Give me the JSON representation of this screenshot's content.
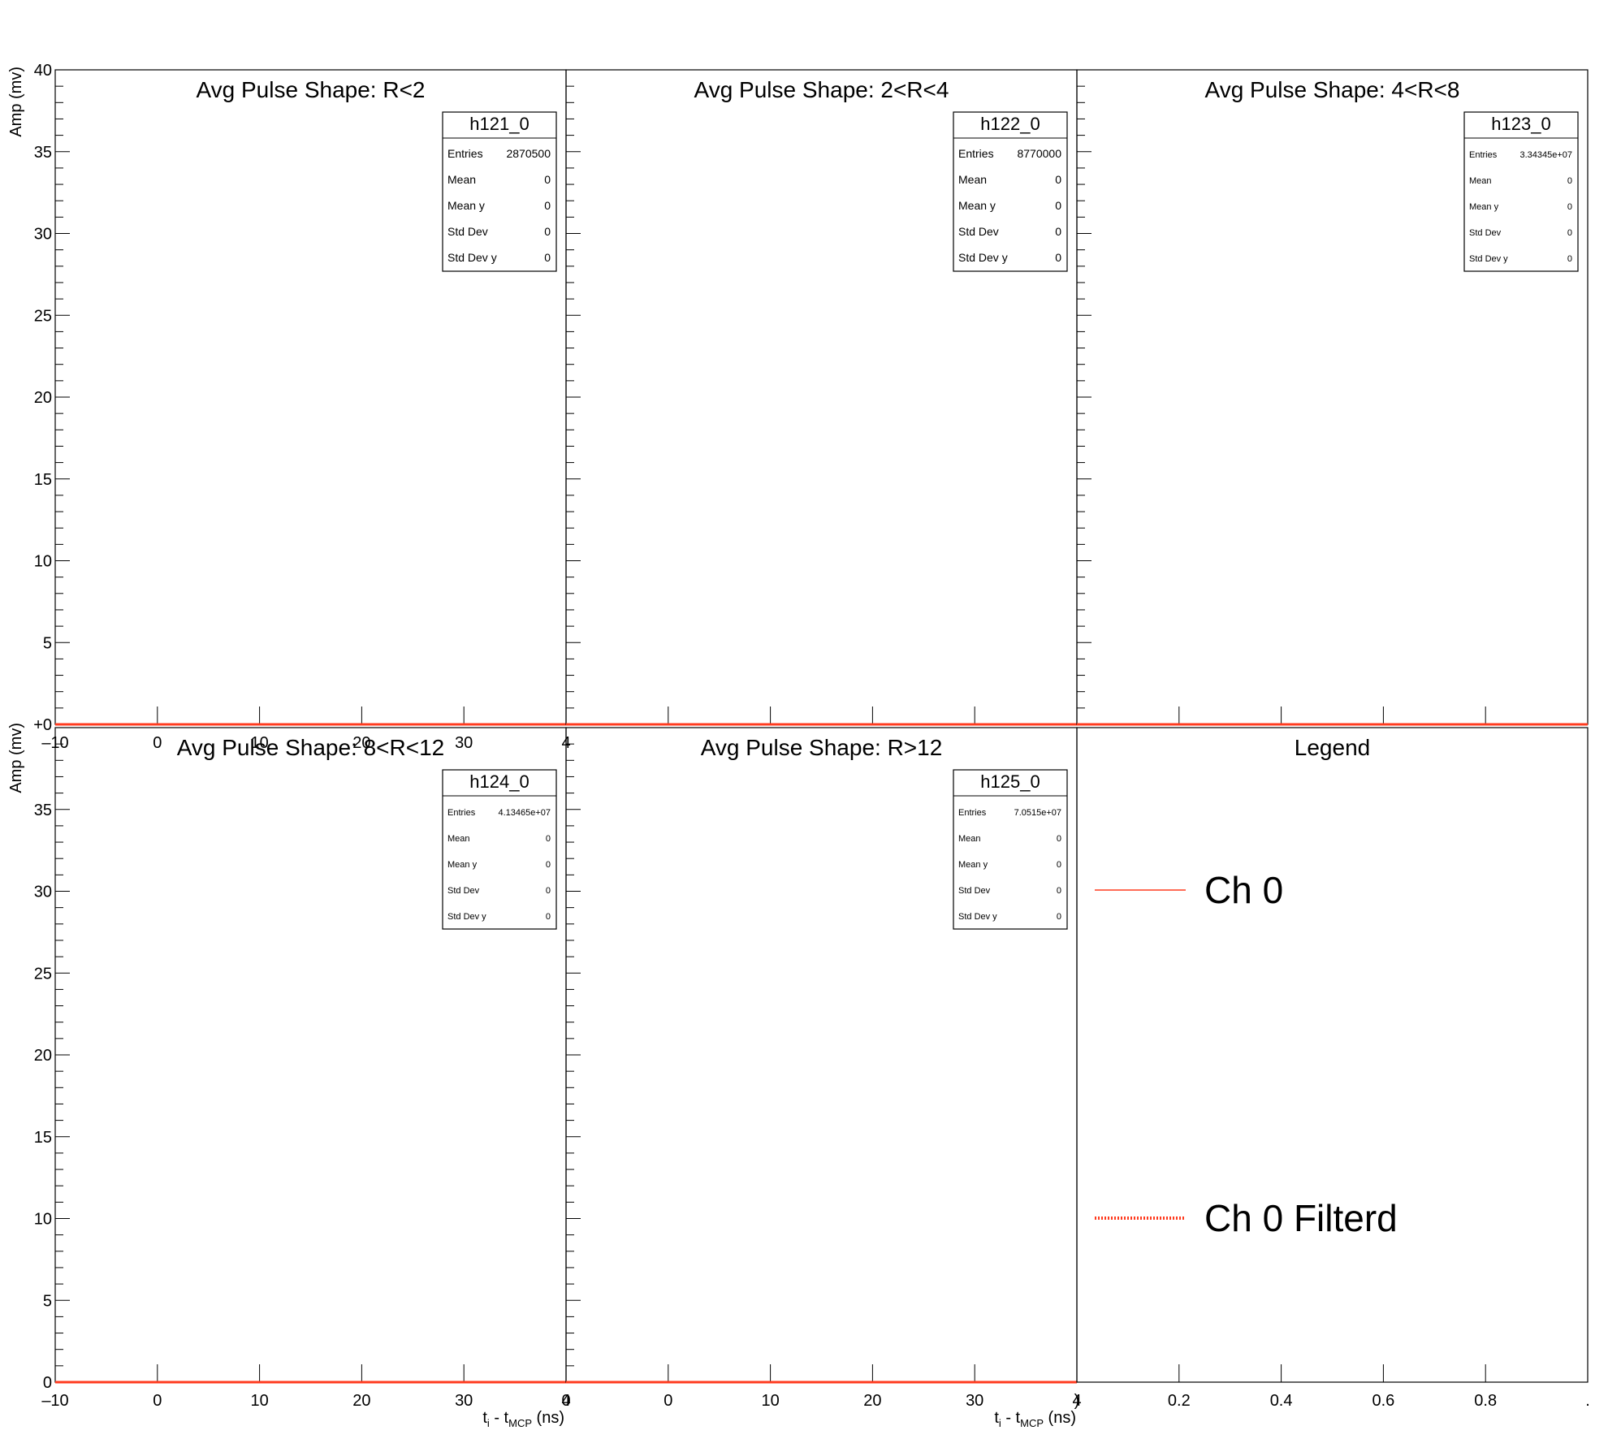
{
  "colors": {
    "series": "#ff3b1f",
    "axis": "#000000",
    "background": "#ffffff"
  },
  "axes": {
    "ylabel": "Amp (mv)",
    "xlabel_main": "t",
    "xlabel_sub1": "i",
    "xlabel_mid": " - t",
    "xlabel_sub2": "MCP",
    "xlabel_unit": " (ns)"
  },
  "chart_data": [
    {
      "type": "line",
      "title": "Avg Pulse Shape: R<2",
      "xlim": [
        -10,
        40
      ],
      "ylim": [
        0,
        40
      ],
      "xticks": [
        -10,
        0,
        10,
        20,
        30,
        40
      ],
      "xtick_labels": [
        "–10",
        "0",
        "10",
        "20",
        "30",
        "4"
      ],
      "yticks": [
        0,
        5,
        10,
        15,
        20,
        25,
        30,
        35,
        40
      ],
      "ytick_labels": [
        "+0",
        "5",
        "10",
        "15",
        "20",
        "25",
        "30",
        "35",
        "40"
      ],
      "series": [
        {
          "x": [
            -10,
            40
          ],
          "y": [
            0,
            0
          ]
        }
      ],
      "stats": {
        "name": "h121_0",
        "rows": [
          [
            "Entries",
            "2870500"
          ],
          [
            "Mean",
            "0"
          ],
          [
            "Mean y",
            "0"
          ],
          [
            "Std Dev",
            "0"
          ],
          [
            "Std Dev y",
            "0"
          ]
        ]
      }
    },
    {
      "type": "line",
      "title": "Avg Pulse Shape: 2<R<4",
      "xlim": [
        -10,
        40
      ],
      "ylim": [
        0,
        40
      ],
      "series": [
        {
          "x": [
            -10,
            40
          ],
          "y": [
            0,
            0
          ]
        }
      ],
      "stats": {
        "name": "h122_0",
        "rows": [
          [
            "Entries",
            "8770000"
          ],
          [
            "Mean",
            "0"
          ],
          [
            "Mean y",
            "0"
          ],
          [
            "Std Dev",
            "0"
          ],
          [
            "Std Dev y",
            "0"
          ]
        ]
      }
    },
    {
      "type": "line",
      "title": "Avg Pulse Shape: 4<R<8",
      "xlim": [
        -10,
        40
      ],
      "ylim": [
        0,
        40
      ],
      "series": [
        {
          "x": [
            -10,
            40
          ],
          "y": [
            0,
            0
          ]
        }
      ],
      "stats": {
        "name": "h123_0",
        "rows": [
          [
            "Entries",
            "3.34345e+07"
          ],
          [
            "Mean",
            "0"
          ],
          [
            "Mean y",
            "0"
          ],
          [
            "Std Dev",
            "0"
          ],
          [
            "Std Dev y",
            "0"
          ]
        ]
      }
    },
    {
      "type": "line",
      "title": "Avg Pulse Shape: 8<R<12",
      "xlim": [
        -10,
        40
      ],
      "ylim": [
        0,
        40
      ],
      "xticks": [
        -10,
        0,
        10,
        20,
        30,
        40
      ],
      "xtick_labels": [
        "–10",
        "0",
        "10",
        "20",
        "30",
        "4"
      ],
      "yticks": [
        0,
        5,
        10,
        15,
        20,
        25,
        30,
        35
      ],
      "ytick_labels": [
        "0",
        "5",
        "10",
        "15",
        "20",
        "25",
        "30",
        "35"
      ],
      "series": [
        {
          "x": [
            -10,
            40
          ],
          "y": [
            0,
            0
          ]
        }
      ],
      "stats": {
        "name": "h124_0",
        "rows": [
          [
            "Entries",
            "4.13465e+07"
          ],
          [
            "Mean",
            "0"
          ],
          [
            "Mean y",
            "0"
          ],
          [
            "Std Dev",
            "0"
          ],
          [
            "Std Dev y",
            "0"
          ]
        ]
      }
    },
    {
      "type": "line",
      "title": "Avg Pulse Shape: R>12",
      "xlim": [
        -10,
        40
      ],
      "ylim": [
        0,
        40
      ],
      "xticks": [
        -10,
        0,
        10,
        20,
        30,
        40
      ],
      "xtick_labels": [
        "0",
        "0",
        "10",
        "20",
        "30",
        "4"
      ],
      "series": [
        {
          "x": [
            -10,
            40
          ],
          "y": [
            0,
            0
          ]
        }
      ],
      "stats": {
        "name": "h125_0",
        "rows": [
          [
            "Entries",
            "7.0515e+07"
          ],
          [
            "Mean",
            "0"
          ],
          [
            "Mean y",
            "0"
          ],
          [
            "Std Dev",
            "0"
          ],
          [
            "Std Dev y",
            "0"
          ]
        ]
      }
    },
    {
      "type": "legend",
      "title": "Legend",
      "xlim": [
        0,
        1
      ],
      "xticks": [
        0,
        0.2,
        0.4,
        0.6,
        0.8,
        1.0
      ],
      "xtick_labels": [
        ")",
        "0.2",
        "0.4",
        "0.6",
        "0.8",
        "."
      ],
      "entries": [
        {
          "label": "Ch 0",
          "style": "solid"
        },
        {
          "label": "Ch 0 Filterd",
          "style": "dotted"
        }
      ]
    }
  ]
}
